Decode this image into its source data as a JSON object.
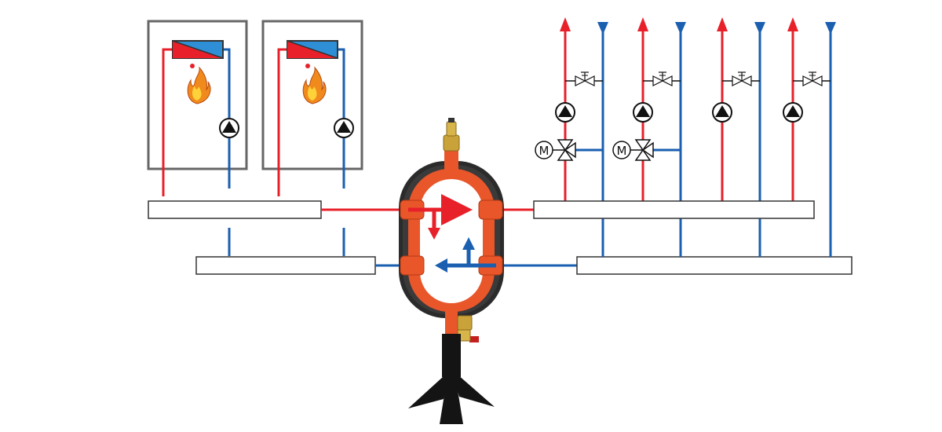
{
  "colors": {
    "hot": "#e8202a",
    "cold": "#1a5fb0",
    "frame": "#666666",
    "header_stroke": "#333333",
    "insulation": "#2b2b2b",
    "separator_body": "#e8562a",
    "stand": "#141414",
    "brass": "#c9a23a",
    "flame": "#f08a1c",
    "exchanger_blue": "#2f8fd6"
  },
  "labels": {
    "motor_valve_1": "M",
    "motor_valve_2": "M"
  },
  "components": {
    "boilers": 2,
    "supply_circuits": 4,
    "mixing_circuits_with_motor_valve": 2
  },
  "icons": {
    "boiler_flame": "flame-icon",
    "heat_exchanger": "heat-exchanger-icon",
    "pump": "circulation-pump-icon",
    "motor_valve": "three-way-mixing-valve-icon",
    "bypass_valve": "balancing-valve-icon",
    "hydraulic_separator": "hydraulic-separator-icon"
  }
}
